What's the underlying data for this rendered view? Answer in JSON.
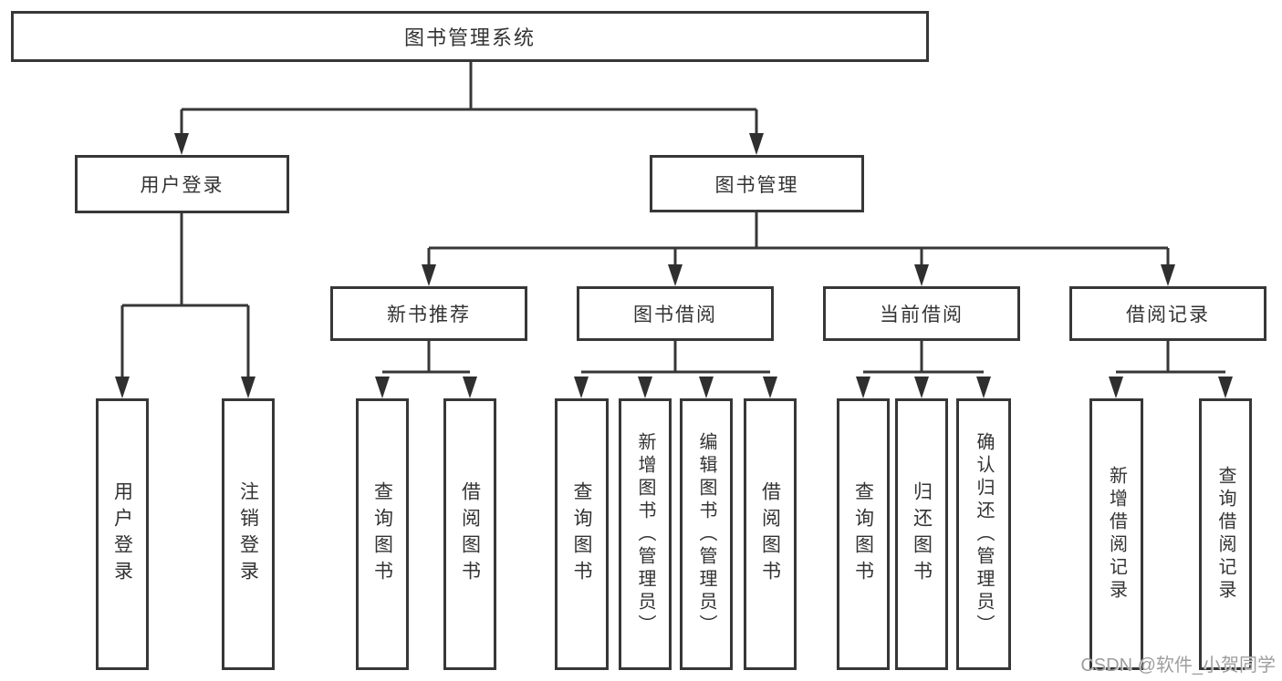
{
  "tree": {
    "root": "图书管理系统",
    "level2": {
      "user_login": "用户登录",
      "book_mgmt": "图书管理"
    },
    "modules": [
      "新书推荐",
      "图书借阅",
      "当前借阅",
      "借阅记录"
    ],
    "user_login_children": [
      "用户登录",
      "注销登录"
    ],
    "new_book_children": [
      "查询图书",
      "借阅图书"
    ],
    "borrow_children": [
      "查询图书",
      "新增图书（管理员）",
      "编辑图书（管理员）",
      "借阅图书"
    ],
    "current_children": [
      "查询图书",
      "归还图书",
      "确认归还（管理员）"
    ],
    "record_children": [
      "新增借阅记录",
      "查询借阅记录"
    ]
  },
  "watermark": "CSDN @软件_小贺同学",
  "colors": {
    "line": "#373737",
    "text": "#333333",
    "watermark": "#9e9e9e"
  }
}
